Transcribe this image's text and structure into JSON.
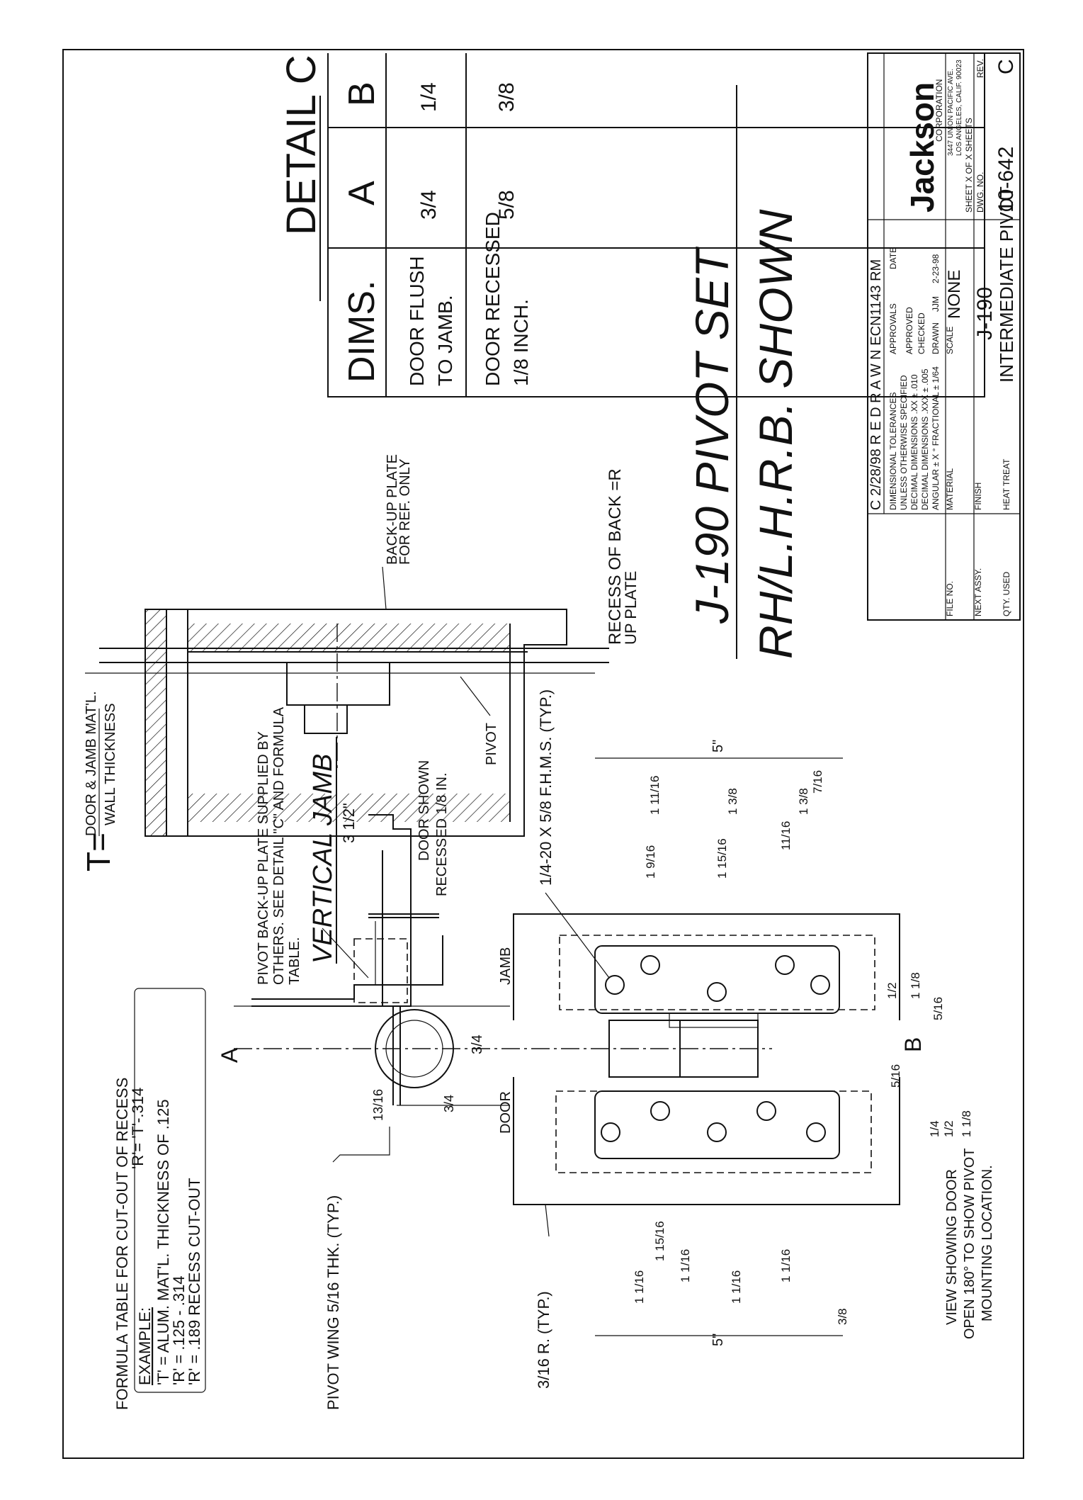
{
  "detail_c": {
    "title": "DETAIL C",
    "headers": [
      "DIMS.",
      "A",
      "B"
    ],
    "rows": [
      {
        "l1": "DOOR FLUSH",
        "l2": "TO JAMB.",
        "a": "3/4",
        "b": "1/4"
      },
      {
        "l1": "DOOR RECESSED",
        "l2": "1/8 INCH.",
        "a": "5/8",
        "b": "3/8"
      }
    ]
  },
  "titles": {
    "main": "J-190 PIVOT SET",
    "sub": "RH/L.H.R.B. SHOWN"
  },
  "formula": {
    "t_prefix": "T=",
    "t_num": "DOOR & JAMB MAT'L.",
    "t_den": "WALL THICKNESS",
    "heading": "FORMULA TABLE FOR CUT-OUT OF RECESS",
    "r_formula": "'R'= 'T'-.314",
    "example": "EXAMPLE:",
    "ex1": "'T' = ALUM. MAT'L. THICKNESS OF .125",
    "ex2": "'R' = .125 - .314",
    "ex3": "'R' = .189 RECESS CUT-OUT"
  },
  "labels": {
    "backup_plate_l1": "BACK-UP PLATE",
    "backup_plate_l2": "FOR REF. ONLY",
    "recess_l1": "RECESS OF BACK =R",
    "recess_l2": "UP PLATE",
    "pivot": "PIVOT",
    "pivot_backup_l1": "PIVOT BACK-UP PLATE SUPPLIED BY",
    "pivot_backup_l2": "OTHERS. SEE DETAIL \"C\" AND FORMULA",
    "pivot_backup_l3": "TABLE.",
    "vertical_jamb": "VERTICAL JAMB",
    "three_half": "3 1/2\"",
    "door_shown_l1": "DOOR SHOWN",
    "door_shown_l2": "RECESSED 1/8 IN.",
    "screws": "1/4-20 X 5/8 F.H.M.S. (TYP.)",
    "pivot_wing": "PIVOT WING 5/16 THK. (TYP.)",
    "radius": "3/16 R. (TYP.)",
    "door": "DOOR",
    "jamb": "JAMB",
    "letter_a": "A",
    "letter_b": "B",
    "dim_3_4": "3/4",
    "five_in": "5\"",
    "view_l1": "VIEW SHOWING DOOR",
    "view_l2": "OPEN 180° TO SHOW PIVOT",
    "view_l3": "MOUNTING LOCATION."
  },
  "title_block": {
    "rev_line": "C 2/28/98  R E D R A W N   ECN1143  RM",
    "tol1": "DIMENSIONAL TOLERANCES",
    "tol2": "UNLESS OTHERWISE SPECIFIED",
    "tol3": "DECIMAL DIMENSIONS .XX  ± .010",
    "tol4": "DECIMAL DIMENSIONS .XXX  ± .005",
    "tol5": "ANGULAR ± X °   FRACTIONAL  ± 1/64",
    "approvals": "APPROVALS",
    "date": "DATE",
    "approved": "APPROVED",
    "checked": "CHECKED",
    "drawn": "DRAWN",
    "drawn_by": "JJM",
    "drawn_date": "2-23-98",
    "scale": "SCALE",
    "scale_val": "NONE",
    "material": "MATERIAL",
    "finish": "FINISH",
    "heat_treat": "HEAT TREAT",
    "file_no": "FILE NO.",
    "next_assy": "NEXT ASSY.",
    "qty_used": "QTY. USED",
    "part_no": "J-190",
    "part_desc": "INTERMEDIATE PIVOT",
    "company": "Jackson",
    "corporation": "CORPORATION",
    "addr1": "3447 UNION PACIFIC AVE.",
    "addr2": "LOS ANGELES, CALIF. 90023",
    "sheet": "SHEET X OF X SHEETS",
    "dwg_no_label": "DWG. NO.",
    "rev_label": "REV.",
    "dwg_no": "10-642",
    "rev": "C"
  }
}
